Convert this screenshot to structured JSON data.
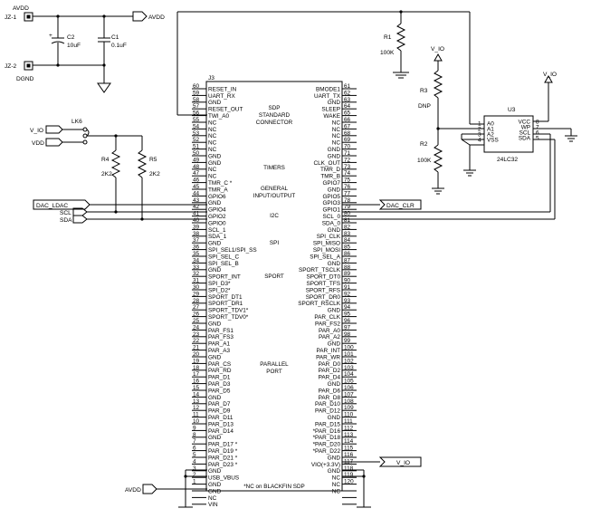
{
  "power_section": {
    "jz1": "JZ-1",
    "jz2": "JZ-2",
    "avdd_top": "AVDD",
    "avdd_out": "AVDD",
    "dgnd": "DGND",
    "c2_ref": "C2",
    "c2_val": "10uF",
    "c1_ref": "C1",
    "c1_val": "0.1uF"
  },
  "lk6": {
    "ref": "LK6",
    "v_io": "V_IO",
    "vdd": "VDD"
  },
  "resistors": {
    "r4_ref": "R4",
    "r4_val": "2K2",
    "r5_ref": "R5",
    "r5_val": "2K2",
    "r1_ref": "R1",
    "r1_val": "100K",
    "r3_ref": "R3",
    "r3_val": "DNP",
    "r2_ref": "R2",
    "r2_val": "100K"
  },
  "nets": {
    "dac_ldac": "DAC_LDAC",
    "scl": "SCL",
    "sda": "SDA",
    "dac_clr": "DAC_CLR",
    "v_io_right": "V_IO",
    "v_io_eeprom_left": "V_IO",
    "v_io_eeprom_right": "V_IO",
    "avdd_bottom": "AVDD"
  },
  "j3": {
    "ref": "J3",
    "title_lines": [
      "SDP",
      "STANDARD",
      "CONNECTOR"
    ],
    "sections": [
      "TIMERS",
      "GENERAL",
      "INPUT/OUTPUT",
      "I2C",
      "SPI",
      "SPORT",
      "PARALLEL",
      "PORT"
    ],
    "footnote": "*NC on BLACKFIN SDP",
    "left_pins": [
      {
        "num": "60",
        "name": "RESET_IN"
      },
      {
        "num": "59",
        "name": "UART_RX"
      },
      {
        "num": "58",
        "name": "GND"
      },
      {
        "num": "57",
        "name": "RESET_OUT"
      },
      {
        "num": "56",
        "name": "TWI_A0"
      },
      {
        "num": "55",
        "name": "NC"
      },
      {
        "num": "54",
        "name": "NC"
      },
      {
        "num": "53",
        "name": "NC"
      },
      {
        "num": "52",
        "name": "NC"
      },
      {
        "num": "51",
        "name": "NC"
      },
      {
        "num": "50",
        "name": "GND"
      },
      {
        "num": "49",
        "name": "GND"
      },
      {
        "num": "48",
        "name": "NC"
      },
      {
        "num": "47",
        "name": "NC"
      },
      {
        "num": "46",
        "name": "TMR_C *"
      },
      {
        "num": "45",
        "name": "TMR_A"
      },
      {
        "num": "44",
        "name": "GPIO6"
      },
      {
        "num": "43",
        "name": "GND"
      },
      {
        "num": "42",
        "name": "GPIO4"
      },
      {
        "num": "41",
        "name": "GPIO2"
      },
      {
        "num": "40",
        "name": "GPIO0"
      },
      {
        "num": "39",
        "name": "SCL_1"
      },
      {
        "num": "38",
        "name": "SDA_1"
      },
      {
        "num": "37",
        "name": "GND"
      },
      {
        "num": "36",
        "name": "SPI_SEL1/SPI_SS"
      },
      {
        "num": "35",
        "name": "SPI_SEL_C"
      },
      {
        "num": "34",
        "name": "SPI_SEL_B"
      },
      {
        "num": "33",
        "name": "GND"
      },
      {
        "num": "32",
        "name": "SPORT_INT"
      },
      {
        "num": "31",
        "name": "SPI_D3*"
      },
      {
        "num": "30",
        "name": "SPI_D2*"
      },
      {
        "num": "29",
        "name": "SPORT_DT1"
      },
      {
        "num": "28",
        "name": "SPORT_DR1"
      },
      {
        "num": "27",
        "name": "SPORT_TDV1*"
      },
      {
        "num": "26",
        "name": "SPORT_TDV0*"
      },
      {
        "num": "25",
        "name": "GND"
      },
      {
        "num": "24",
        "name": "PAR_FS1"
      },
      {
        "num": "23",
        "name": "PAR_FS3"
      },
      {
        "num": "22",
        "name": "PAR_A1"
      },
      {
        "num": "21",
        "name": "PAR_A3"
      },
      {
        "num": "20",
        "name": "GND"
      },
      {
        "num": "19",
        "name": "PAR_CS"
      },
      {
        "num": "18",
        "name": "PAR_RD"
      },
      {
        "num": "17",
        "name": "PAR_D1"
      },
      {
        "num": "16",
        "name": "PAR_D3"
      },
      {
        "num": "15",
        "name": "PAR_D5"
      },
      {
        "num": "14",
        "name": "GND"
      },
      {
        "num": "13",
        "name": "PAR_D7"
      },
      {
        "num": "12",
        "name": "PAR_D9"
      },
      {
        "num": "11",
        "name": "PAR_D11"
      },
      {
        "num": "10",
        "name": "PAR_D13"
      },
      {
        "num": "9",
        "name": "PAR_D14"
      },
      {
        "num": "8",
        "name": "GND"
      },
      {
        "num": "7",
        "name": "PAR_D17 *"
      },
      {
        "num": "6",
        "name": "PAR_D19 *"
      },
      {
        "num": "5",
        "name": "PAR_D21 *"
      },
      {
        "num": "4",
        "name": "PAR_D23 *"
      },
      {
        "num": "3",
        "name": "GND"
      },
      {
        "num": "2",
        "name": "USB_VBUS"
      },
      {
        "num": "1",
        "name": "GND"
      },
      {
        "num": "",
        "name": "GND"
      },
      {
        "num": "",
        "name": "NC"
      },
      {
        "num": "",
        "name": "VIN"
      }
    ],
    "right_pins": [
      {
        "num": "61",
        "name": "BMODE1"
      },
      {
        "num": "62",
        "name": "UART_TX"
      },
      {
        "num": "63",
        "name": "GND"
      },
      {
        "num": "64",
        "name": "SLEEP"
      },
      {
        "num": "65",
        "name": "WAKE"
      },
      {
        "num": "66",
        "name": "NC"
      },
      {
        "num": "67",
        "name": "NC"
      },
      {
        "num": "68",
        "name": "NC"
      },
      {
        "num": "69",
        "name": "NC"
      },
      {
        "num": "70",
        "name": "GND"
      },
      {
        "num": "71",
        "name": "GND"
      },
      {
        "num": "72",
        "name": "CLK_OUT"
      },
      {
        "num": "73",
        "name": "TMR_D"
      },
      {
        "num": "74",
        "name": "TMR_B"
      },
      {
        "num": "75",
        "name": "GPIO7"
      },
      {
        "num": "76",
        "name": "GND"
      },
      {
        "num": "77",
        "name": "GPIO5"
      },
      {
        "num": "78",
        "name": "GPIO3"
      },
      {
        "num": "79",
        "name": "GPIO1"
      },
      {
        "num": "80",
        "name": "SCL_0"
      },
      {
        "num": "81",
        "name": "SDA_0"
      },
      {
        "num": "82",
        "name": "GND"
      },
      {
        "num": "83",
        "name": "SPI_CLK"
      },
      {
        "num": "84",
        "name": "SPI_MISO"
      },
      {
        "num": "85",
        "name": "SPI_MOSI"
      },
      {
        "num": "86",
        "name": "SPI_SEL_A"
      },
      {
        "num": "87",
        "name": "GND"
      },
      {
        "num": "88",
        "name": "SPORT_TSCLK"
      },
      {
        "num": "89",
        "name": "SPORT_DT0"
      },
      {
        "num": "90",
        "name": "SPORT_TFS"
      },
      {
        "num": "91",
        "name": "SPORT_RFS"
      },
      {
        "num": "92",
        "name": "SPORT_DR0"
      },
      {
        "num": "93",
        "name": "SPORT_RSCLK"
      },
      {
        "num": "94",
        "name": "GND"
      },
      {
        "num": "95",
        "name": "PAR_CLK"
      },
      {
        "num": "96",
        "name": "PAR_FS2"
      },
      {
        "num": "97",
        "name": "PAR_A0"
      },
      {
        "num": "98",
        "name": "PAR_A2"
      },
      {
        "num": "99",
        "name": "GND"
      },
      {
        "num": "100",
        "name": "PAR_INT"
      },
      {
        "num": "101",
        "name": "PAR_WR"
      },
      {
        "num": "102",
        "name": "PAR_D0"
      },
      {
        "num": "103",
        "name": "PAR_D2"
      },
      {
        "num": "104",
        "name": "PAR_D4"
      },
      {
        "num": "105",
        "name": "GND"
      },
      {
        "num": "106",
        "name": "PAR_D6"
      },
      {
        "num": "107",
        "name": "PAR_D8"
      },
      {
        "num": "108",
        "name": "PAR_D10"
      },
      {
        "num": "109",
        "name": "PAR_D12"
      },
      {
        "num": "110",
        "name": "GND"
      },
      {
        "num": "111",
        "name": "PAR_D15"
      },
      {
        "num": "112",
        "name": "*PAR_D16"
      },
      {
        "num": "113",
        "name": "*PAR_D18"
      },
      {
        "num": "114",
        "name": "*PAR_D20"
      },
      {
        "num": "115",
        "name": "*PAR_D22"
      },
      {
        "num": "116",
        "name": "GND"
      },
      {
        "num": "117",
        "name": "VIO(+3.3V)"
      },
      {
        "num": "118",
        "name": "GND"
      },
      {
        "num": "119",
        "name": "NC"
      },
      {
        "num": "120",
        "name": "NC"
      },
      {
        "num": "",
        "name": "NC"
      },
      {
        "num": "",
        "name": ""
      },
      {
        "num": "",
        "name": ""
      }
    ]
  },
  "u3": {
    "ref": "U3",
    "part": "24LC32",
    "pins": [
      {
        "side": "left",
        "num": "1",
        "name": "A0"
      },
      {
        "side": "left",
        "num": "2",
        "name": "A1"
      },
      {
        "side": "left",
        "num": "3",
        "name": "A2"
      },
      {
        "side": "left",
        "num": "4",
        "name": "VSS"
      },
      {
        "side": "right",
        "num": "8",
        "name": "VCC"
      },
      {
        "side": "right",
        "num": "7",
        "name": "WP"
      },
      {
        "side": "right",
        "num": "6",
        "name": "SCL"
      },
      {
        "side": "right",
        "num": "5",
        "name": "SDA"
      }
    ]
  }
}
